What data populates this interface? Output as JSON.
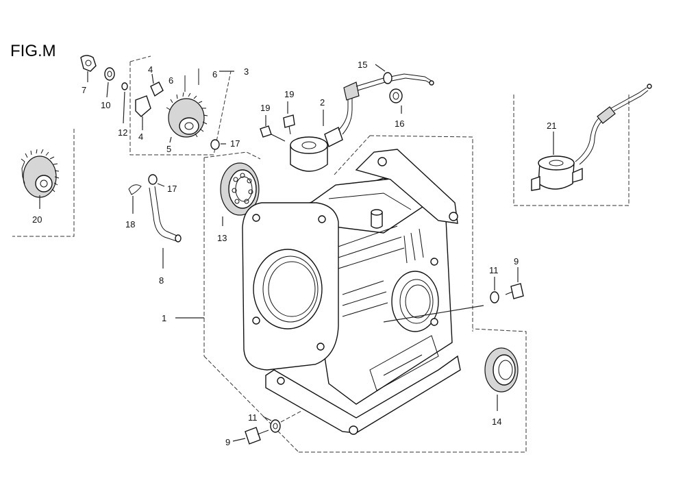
{
  "figure": {
    "title": "FIG.M"
  },
  "labels": {
    "p1": "1",
    "p2": "2",
    "p3": "3",
    "p4a": "4",
    "p4b": "4",
    "p5": "5",
    "p6a": "6",
    "p6b": "6",
    "p7": "7",
    "p8": "8",
    "p9a": "9",
    "p9b": "9",
    "p10": "10",
    "p11a": "11",
    "p11b": "11",
    "p12": "12",
    "p13": "13",
    "p14": "14",
    "p15": "15",
    "p16": "16",
    "p17a": "17",
    "p17b": "17",
    "p18": "18",
    "p19a": "19",
    "p19b": "19",
    "p20": "20",
    "p21": "21"
  }
}
